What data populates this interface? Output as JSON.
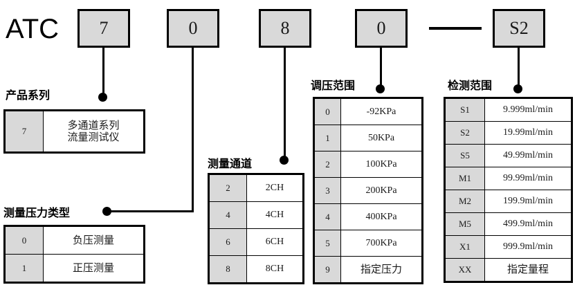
{
  "brand": "ATC",
  "separator": "—",
  "code_boxes": [
    {
      "name": "series",
      "value": "7"
    },
    {
      "name": "pressure-type",
      "value": "0"
    },
    {
      "name": "channels",
      "value": "8"
    },
    {
      "name": "pressure-range",
      "value": "0"
    },
    {
      "name": "detect-range",
      "value": "S2"
    }
  ],
  "sections": {
    "product_series": {
      "caption": "产品系列",
      "rows": [
        {
          "code": "7",
          "value": "多通道系列\n流量测试仪"
        }
      ]
    },
    "pressure_type": {
      "caption": "测量压力类型",
      "rows": [
        {
          "code": "0",
          "value": "负压测量"
        },
        {
          "code": "1",
          "value": "正压测量"
        }
      ]
    },
    "measure_channel": {
      "caption": "测量通道",
      "rows": [
        {
          "code": "2",
          "value": "2CH"
        },
        {
          "code": "4",
          "value": "4CH"
        },
        {
          "code": "6",
          "value": "6CH"
        },
        {
          "code": "8",
          "value": "8CH"
        }
      ]
    },
    "pressure_range": {
      "caption": "调压范围",
      "rows": [
        {
          "code": "0",
          "value": "-92KPa"
        },
        {
          "code": "1",
          "value": "50KPa"
        },
        {
          "code": "2",
          "value": "100KPa"
        },
        {
          "code": "3",
          "value": "200KPa"
        },
        {
          "code": "4",
          "value": "400KPa"
        },
        {
          "code": "5",
          "value": "700KPa"
        },
        {
          "code": "9",
          "value": "指定压力"
        }
      ]
    },
    "detect_range": {
      "caption": "检测范围",
      "rows": [
        {
          "code": "S1",
          "value": "9.999ml/min"
        },
        {
          "code": "S2",
          "value": "19.99ml/min"
        },
        {
          "code": "S5",
          "value": "49.99ml/min"
        },
        {
          "code": "M1",
          "value": "99.99ml/min"
        },
        {
          "code": "M2",
          "value": "199.9ml/min"
        },
        {
          "code": "M5",
          "value": "499.9ml/min"
        },
        {
          "code": "X1",
          "value": "999.9ml/min"
        },
        {
          "code": "XX",
          "value": "指定量程"
        }
      ]
    }
  },
  "colors": {
    "box_fill": "#d9d9d9",
    "line": "#000000",
    "background": "#ffffff"
  }
}
